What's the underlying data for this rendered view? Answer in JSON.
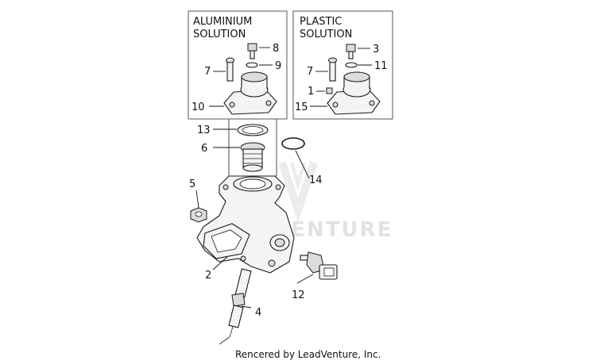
{
  "panels": {
    "aluminium": {
      "title_line1": "ALUMINIUM",
      "title_line2": "SOLUTION"
    },
    "plastic": {
      "title_line1": "PLASTIC",
      "title_line2": "SOLUTION"
    }
  },
  "callouts": {
    "c1": "1",
    "c2": "2",
    "c3": "3",
    "c4": "4",
    "c5": "5",
    "c6": "6",
    "c7a": "7",
    "c7b": "7",
    "c8": "8",
    "c9": "9",
    "c10": "10",
    "c11": "11",
    "c12": "12",
    "c13": "13",
    "c14": "14",
    "c15": "15"
  },
  "watermark": "LEADVENTURE",
  "footer": "Rencered by LeadVenture, Inc."
}
